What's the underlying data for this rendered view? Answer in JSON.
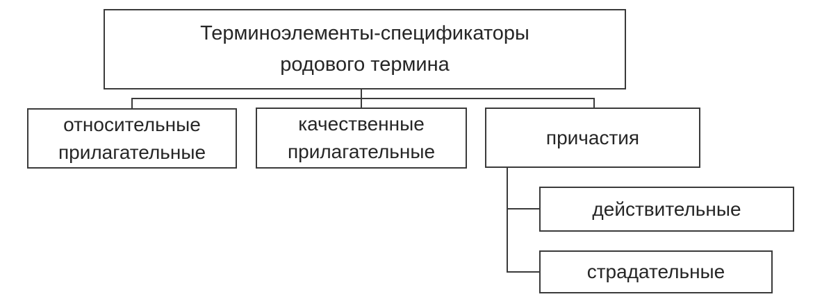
{
  "diagram": {
    "root_label": "Терминоэлементы-спецификаторы родового термина",
    "level1": [
      {
        "label": "относительные прилагательные"
      },
      {
        "label": "качественные прилагательные"
      },
      {
        "label": "причастия",
        "children": [
          {
            "label": "действительные"
          },
          {
            "label": "страдательные"
          }
        ]
      }
    ],
    "colors": {
      "border": "#3a3a3a",
      "text": "#262626",
      "background": "#ffffff"
    }
  }
}
